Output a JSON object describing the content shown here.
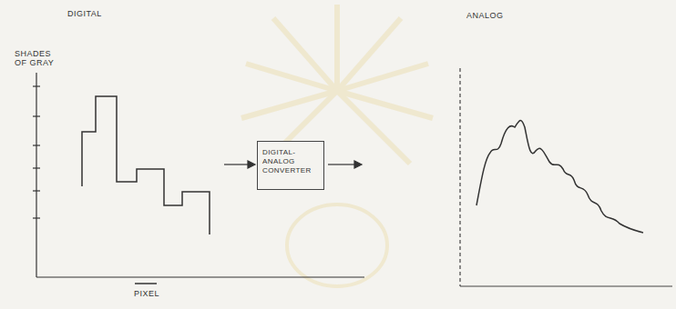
{
  "diagram": {
    "nodes": [
      {
        "text": [
          "DIGITAL-ANALOG CONVERTER"
        ]
      }
    ],
    "labels": [
      "DIGITAL",
      "ANALOG",
      "SHADES OF GRAY",
      "PIXEL"
    ]
  }
}
